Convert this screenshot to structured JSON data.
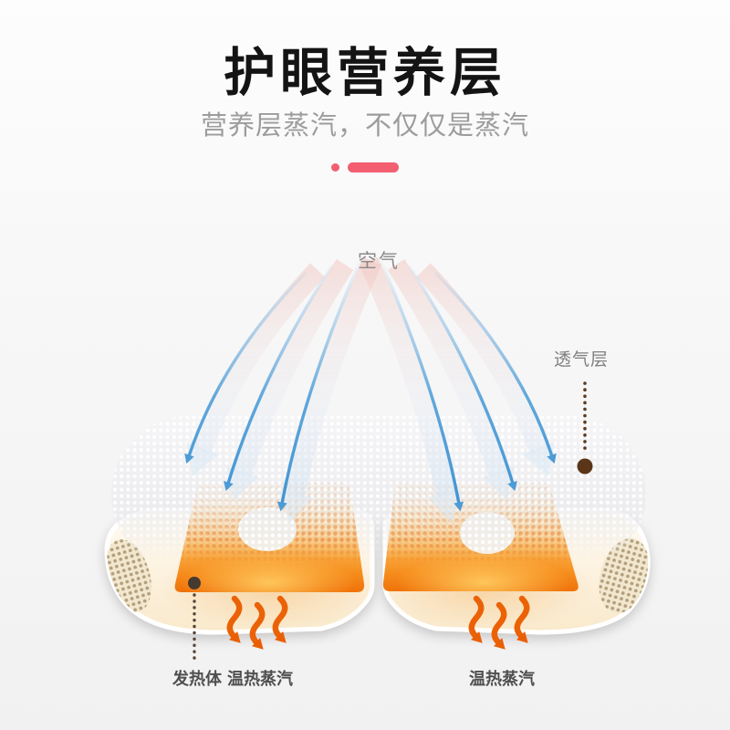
{
  "header": {
    "title": "护眼营养层",
    "subtitle": "营养层蒸汽，不仅仅是蒸汽"
  },
  "diagram": {
    "labels": {
      "air": "空气",
      "breathable_layer": "透气层",
      "heating_element": "发热体",
      "warm_steam_left": "温热蒸汽",
      "warm_steam_right": "温热蒸汽"
    }
  },
  "colors": {
    "accent_pink": "#f35e71",
    "arrow_blue": "#57a3dc",
    "band_pink_top": "#f1b5ab",
    "band_blue_bottom": "#cfe2f3",
    "steam_orange": "#eb6206",
    "pad_orange": "#f5821f",
    "pad_glow": "#ffbe4a",
    "mask_cream": "#fbeed8",
    "veil_gray": "#e9e9ec",
    "edge_patch_tan": "#b3a07c",
    "annotation_brown": "#5a3517",
    "heater_dot_brown": "#463930",
    "title_black": "#141414",
    "subtitle_gray": "#9c9c9c",
    "label_gray": "#8a8a8a",
    "caption_gray": "#4f4f4f"
  }
}
